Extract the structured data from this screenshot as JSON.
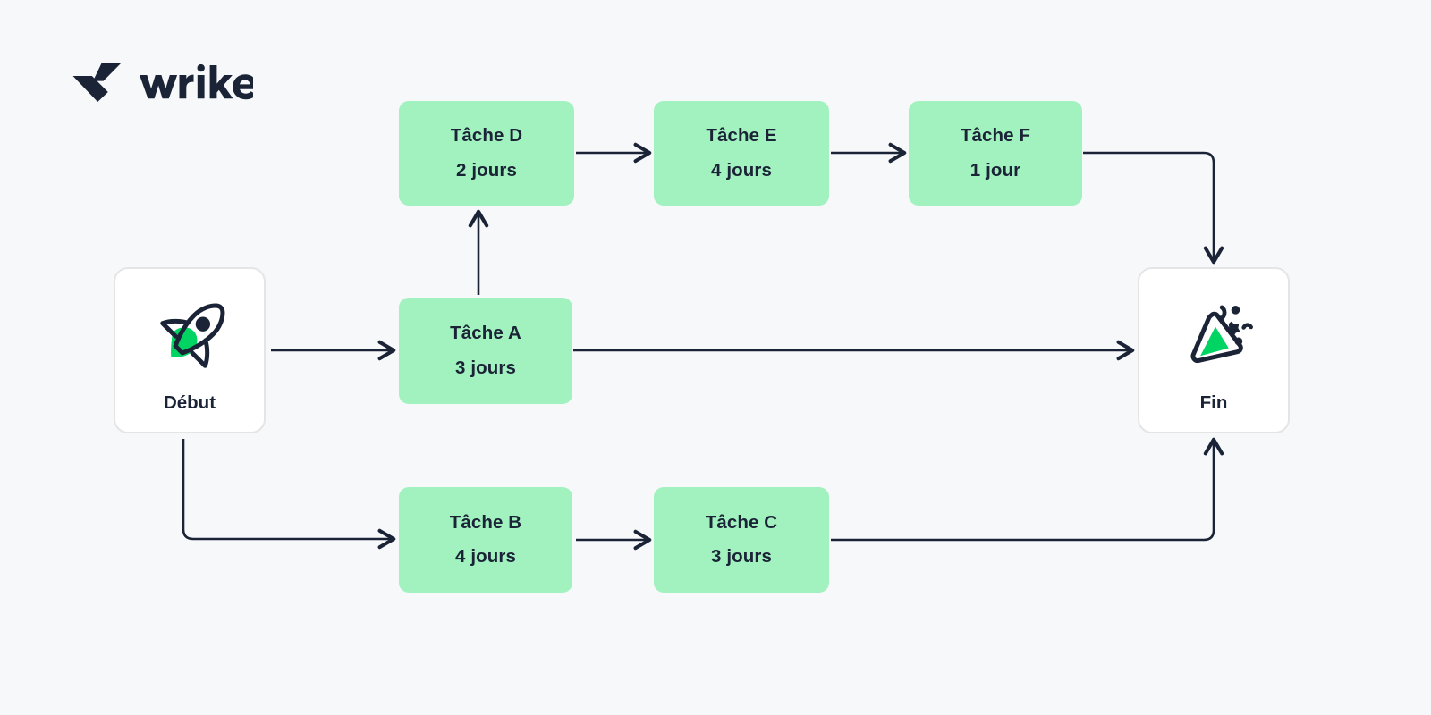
{
  "brand": {
    "name": "wrike",
    "logo_mark_icon": "wrike-checkmark-icon",
    "wordmark_color": "#1B2437"
  },
  "theme": {
    "background": "#F7F8FA",
    "task_fill": "#A2F2C0",
    "terminal_fill": "#FFFFFF",
    "terminal_border": "#E5E5E6",
    "text": "#1B2437",
    "connector": "#1B2437",
    "accent_green": "#00D563"
  },
  "diagram": {
    "type": "network-diagram",
    "nodes": [
      {
        "id": "debut",
        "kind": "terminal",
        "label": "Début",
        "icon": "rocket-icon"
      },
      {
        "id": "a",
        "kind": "task",
        "title": "Tâche A",
        "duration": "3 jours"
      },
      {
        "id": "b",
        "kind": "task",
        "title": "Tâche B",
        "duration": "4 jours"
      },
      {
        "id": "c",
        "kind": "task",
        "title": "Tâche C",
        "duration": "3 jours"
      },
      {
        "id": "d",
        "kind": "task",
        "title": "Tâche D",
        "duration": "2 jours"
      },
      {
        "id": "e",
        "kind": "task",
        "title": "Tâche E",
        "duration": "4 jours"
      },
      {
        "id": "f",
        "kind": "task",
        "title": "Tâche F",
        "duration": "1 jour"
      },
      {
        "id": "fin",
        "kind": "terminal",
        "label": "Fin",
        "icon": "party-popper-icon"
      }
    ],
    "edges": [
      {
        "from": "debut",
        "to": "a"
      },
      {
        "from": "debut",
        "to": "b"
      },
      {
        "from": "a",
        "to": "d"
      },
      {
        "from": "a",
        "to": "fin"
      },
      {
        "from": "d",
        "to": "e"
      },
      {
        "from": "e",
        "to": "f"
      },
      {
        "from": "f",
        "to": "fin"
      },
      {
        "from": "b",
        "to": "c"
      },
      {
        "from": "c",
        "to": "fin"
      }
    ]
  }
}
